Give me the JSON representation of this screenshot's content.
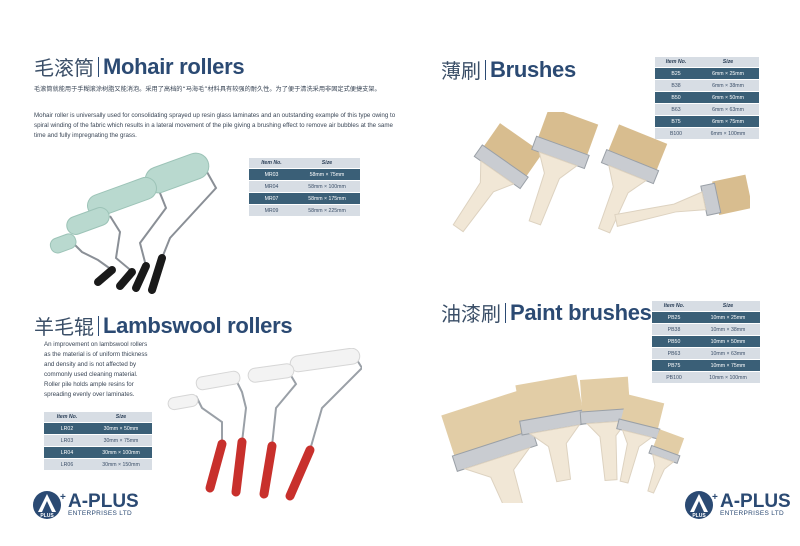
{
  "mohair": {
    "title_zh": "毛滚筒",
    "title_en": "Mohair rollers",
    "desc_zh": "毛滚筒就能用于手糊滚涂树脂又能消泡。采用了高档的“马海毛”材料具有较强的耐久性。为了便于清洗采用非固定式便捷支架。",
    "desc_en": "Mohair roller is universally used for consolidating sprayed up resin glass laminates and an outstanding example of this type owing to spiral winding of the fabric which results in a lateral movement of the pile giving a brushing effect to remove air bubbles at the same time and fully impregnating the grass.",
    "table": {
      "headers": [
        "Item No.",
        "Size"
      ],
      "rows": [
        [
          "MR03",
          "58mm × 75mm"
        ],
        [
          "MR04",
          "58mm × 100mm"
        ],
        [
          "MR07",
          "58mm × 175mm"
        ],
        [
          "MR09",
          "58mm × 225mm"
        ]
      ]
    }
  },
  "lambswool": {
    "title_zh": "羊毛辊",
    "title_en": "Lambswool rollers",
    "desc_lines": [
      "An improvement on lambswool rollers",
      "as the material is of uniform thickness",
      "and density and is not affected by",
      "commonly used cleaning material.",
      "Roller pile holds ample resins for",
      "spreading evenly over laminates."
    ],
    "table": {
      "headers": [
        "Item No.",
        "Size"
      ],
      "rows": [
        [
          "LR02",
          "30mm × 50mm"
        ],
        [
          "LR03",
          "30mm × 75mm"
        ],
        [
          "LR04",
          "30mm × 100mm"
        ],
        [
          "LR06",
          "30mm × 150mm"
        ]
      ]
    }
  },
  "brushes": {
    "title_zh": "薄刷",
    "title_en": "Brushes",
    "table": {
      "headers": [
        "Item No.",
        "Size"
      ],
      "rows": [
        [
          "B25",
          "6mm × 25mm"
        ],
        [
          "B38",
          "6mm × 38mm"
        ],
        [
          "B50",
          "6mm × 50mm"
        ],
        [
          "B63",
          "6mm × 63mm"
        ],
        [
          "B75",
          "6mm × 75mm"
        ],
        [
          "B100",
          "6mm × 100mm"
        ]
      ]
    }
  },
  "paint_brushes": {
    "title_zh": "油漆刷",
    "title_en": "Paint brushes",
    "table": {
      "headers": [
        "Item No.",
        "Size"
      ],
      "rows": [
        [
          "PB25",
          "10mm × 25mm"
        ],
        [
          "PB38",
          "10mm × 38mm"
        ],
        [
          "PB50",
          "10mm × 50mm"
        ],
        [
          "PB63",
          "10mm × 63mm"
        ],
        [
          "PB75",
          "10mm × 75mm"
        ],
        [
          "PB100",
          "10mm × 100mm"
        ]
      ]
    }
  },
  "logo": {
    "name": "A-PLUS",
    "subtitle": "ENTERPRISES LTD",
    "emblem_text": "PLUS"
  },
  "colors": {
    "brand_blue": "#2b4a73",
    "row_dark": "#3a5f77",
    "row_light": "#d7dde4",
    "mohair_pile": "#b9d9cf",
    "red_handle": "#c8302c",
    "brush_handle": "#f1e7d6",
    "bristle": "#d8bd8f"
  },
  "icons": [
    "a-plus-logo-icon",
    "mohair-roller-image",
    "lambswool-roller-image",
    "brush-image",
    "paint-brush-image"
  ]
}
